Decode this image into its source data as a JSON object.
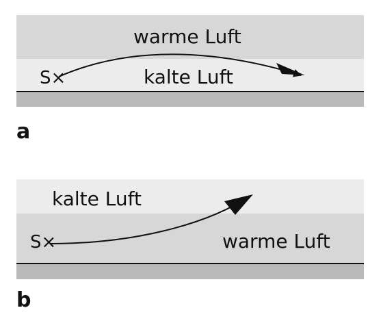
{
  "colors": {
    "warm_air": "#d7d7d7",
    "cold_air": "#ececec",
    "ground": "#b9b9b9",
    "line": "#111111"
  },
  "panels": [
    {
      "label": "a",
      "warm_label": "warme Luft",
      "cold_label": "kalte Luft",
      "source_label": "S×",
      "ray_direction": "downward-bending"
    },
    {
      "label": "b",
      "cold_label": "kalte Luft",
      "warm_label": "warme Luft",
      "source_label": "S×",
      "ray_direction": "upward-bending"
    }
  ]
}
